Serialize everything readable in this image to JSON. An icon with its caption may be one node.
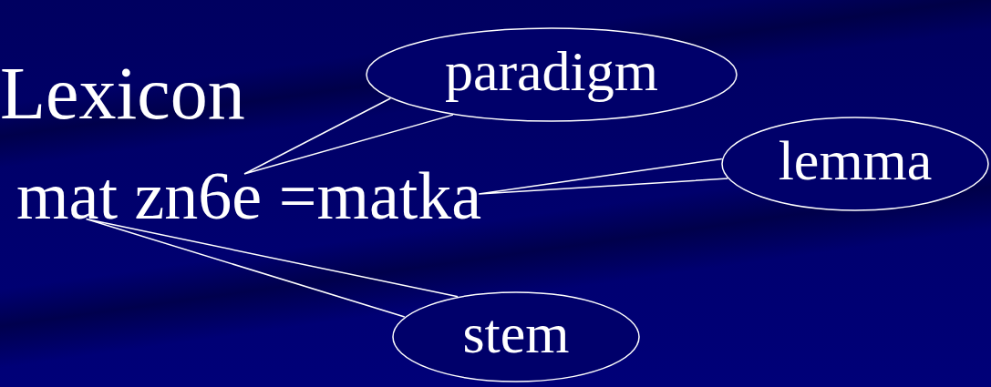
{
  "diagram": {
    "title": "Lexicon",
    "nodes": [
      {
        "text": [
          "paradigm"
        ]
      },
      {
        "text": [
          "lemma"
        ]
      },
      {
        "text": [
          "stem"
        ]
      },
      {
        "text": [
          "mat zn6e =matka"
        ]
      }
    ],
    "edges": [
      {
        "from": 0,
        "to": 3,
        "arrow": "none"
      },
      {
        "from": 1,
        "to": 3,
        "arrow": "none"
      },
      {
        "from": 2,
        "to": 3,
        "arrow": "none"
      }
    ]
  }
}
